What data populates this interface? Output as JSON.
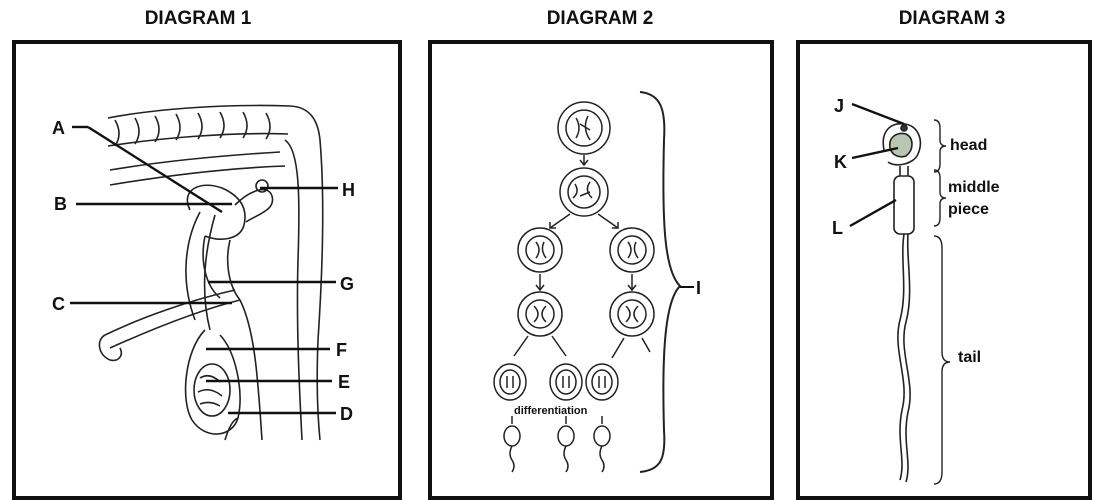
{
  "diagrams": [
    {
      "title": "DIAGRAM 1",
      "labels": [
        "A",
        "B",
        "C",
        "D",
        "E",
        "F",
        "G",
        "H"
      ]
    },
    {
      "title": "DIAGRAM 2",
      "labels": [
        "I"
      ],
      "caption": "differentiation"
    },
    {
      "title": "DIAGRAM 3",
      "labels": [
        "J",
        "K",
        "L"
      ],
      "parts": [
        "head",
        "middle piece",
        "tail"
      ]
    }
  ],
  "d1": {
    "A": "A",
    "B": "B",
    "C": "C",
    "D": "D",
    "E": "E",
    "F": "F",
    "G": "G",
    "H": "H"
  },
  "d2": {
    "I": "I",
    "differentiation": "differentiation"
  },
  "d3": {
    "J": "J",
    "K": "K",
    "L": "L",
    "head": "head",
    "middle1": "middle",
    "middle2": "piece",
    "tail": "tail"
  }
}
